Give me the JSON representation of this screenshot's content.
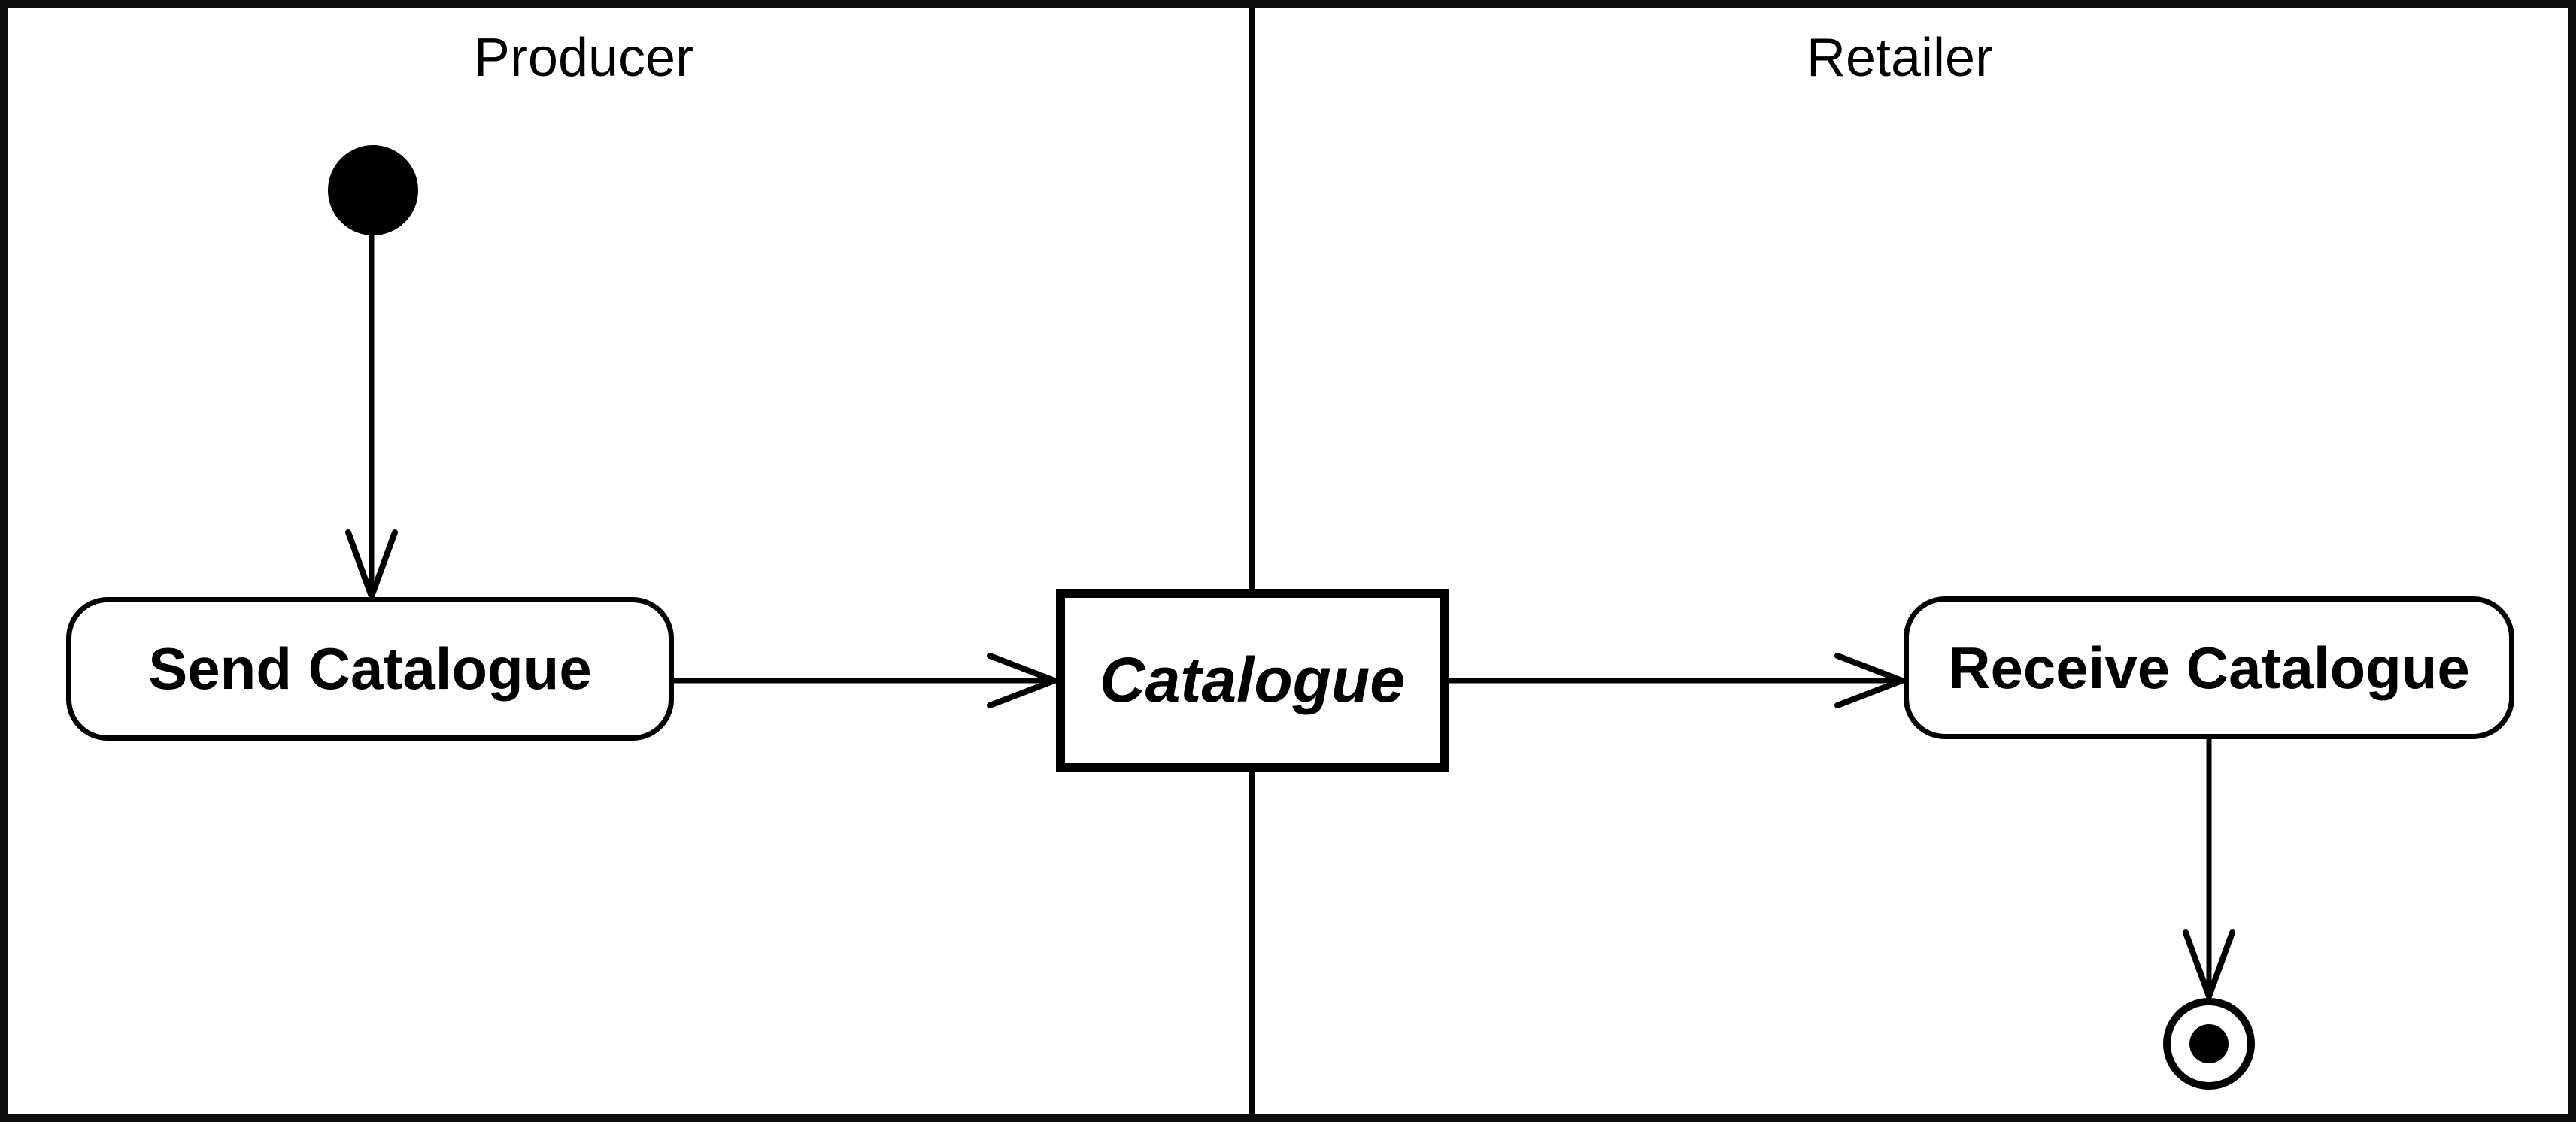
{
  "diagram": {
    "lanes": [
      {
        "label": "Producer"
      },
      {
        "label": "Retailer"
      }
    ],
    "nodes": {
      "send": {
        "label": "Send Catalogue"
      },
      "catalogue": {
        "label": "Catalogue"
      },
      "receive": {
        "label": "Receive Catalogue"
      }
    },
    "colors": {
      "ink": "#000000",
      "background": "#ffffff"
    }
  }
}
